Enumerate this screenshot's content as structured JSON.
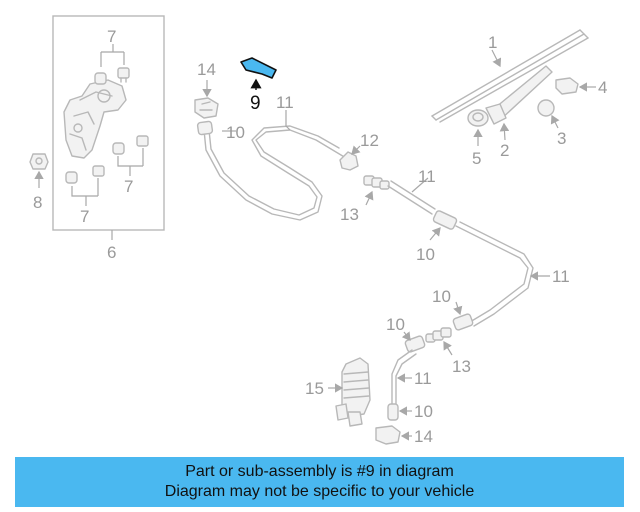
{
  "diagram": {
    "callouts": [
      "1",
      "2",
      "3",
      "4",
      "5",
      "6",
      "7",
      "7",
      "7",
      "8",
      "9",
      "10",
      "10",
      "10",
      "10",
      "10",
      "11",
      "11",
      "11",
      "11",
      "12",
      "13",
      "13",
      "14",
      "14",
      "15"
    ],
    "highlight_part": "9",
    "highlight_color": "#4ab8f0"
  },
  "banner": {
    "line1": "Part or sub-assembly is #9 in diagram",
    "line2": "Diagram may not be specific to your vehicle",
    "background": "#4ab8f0"
  }
}
